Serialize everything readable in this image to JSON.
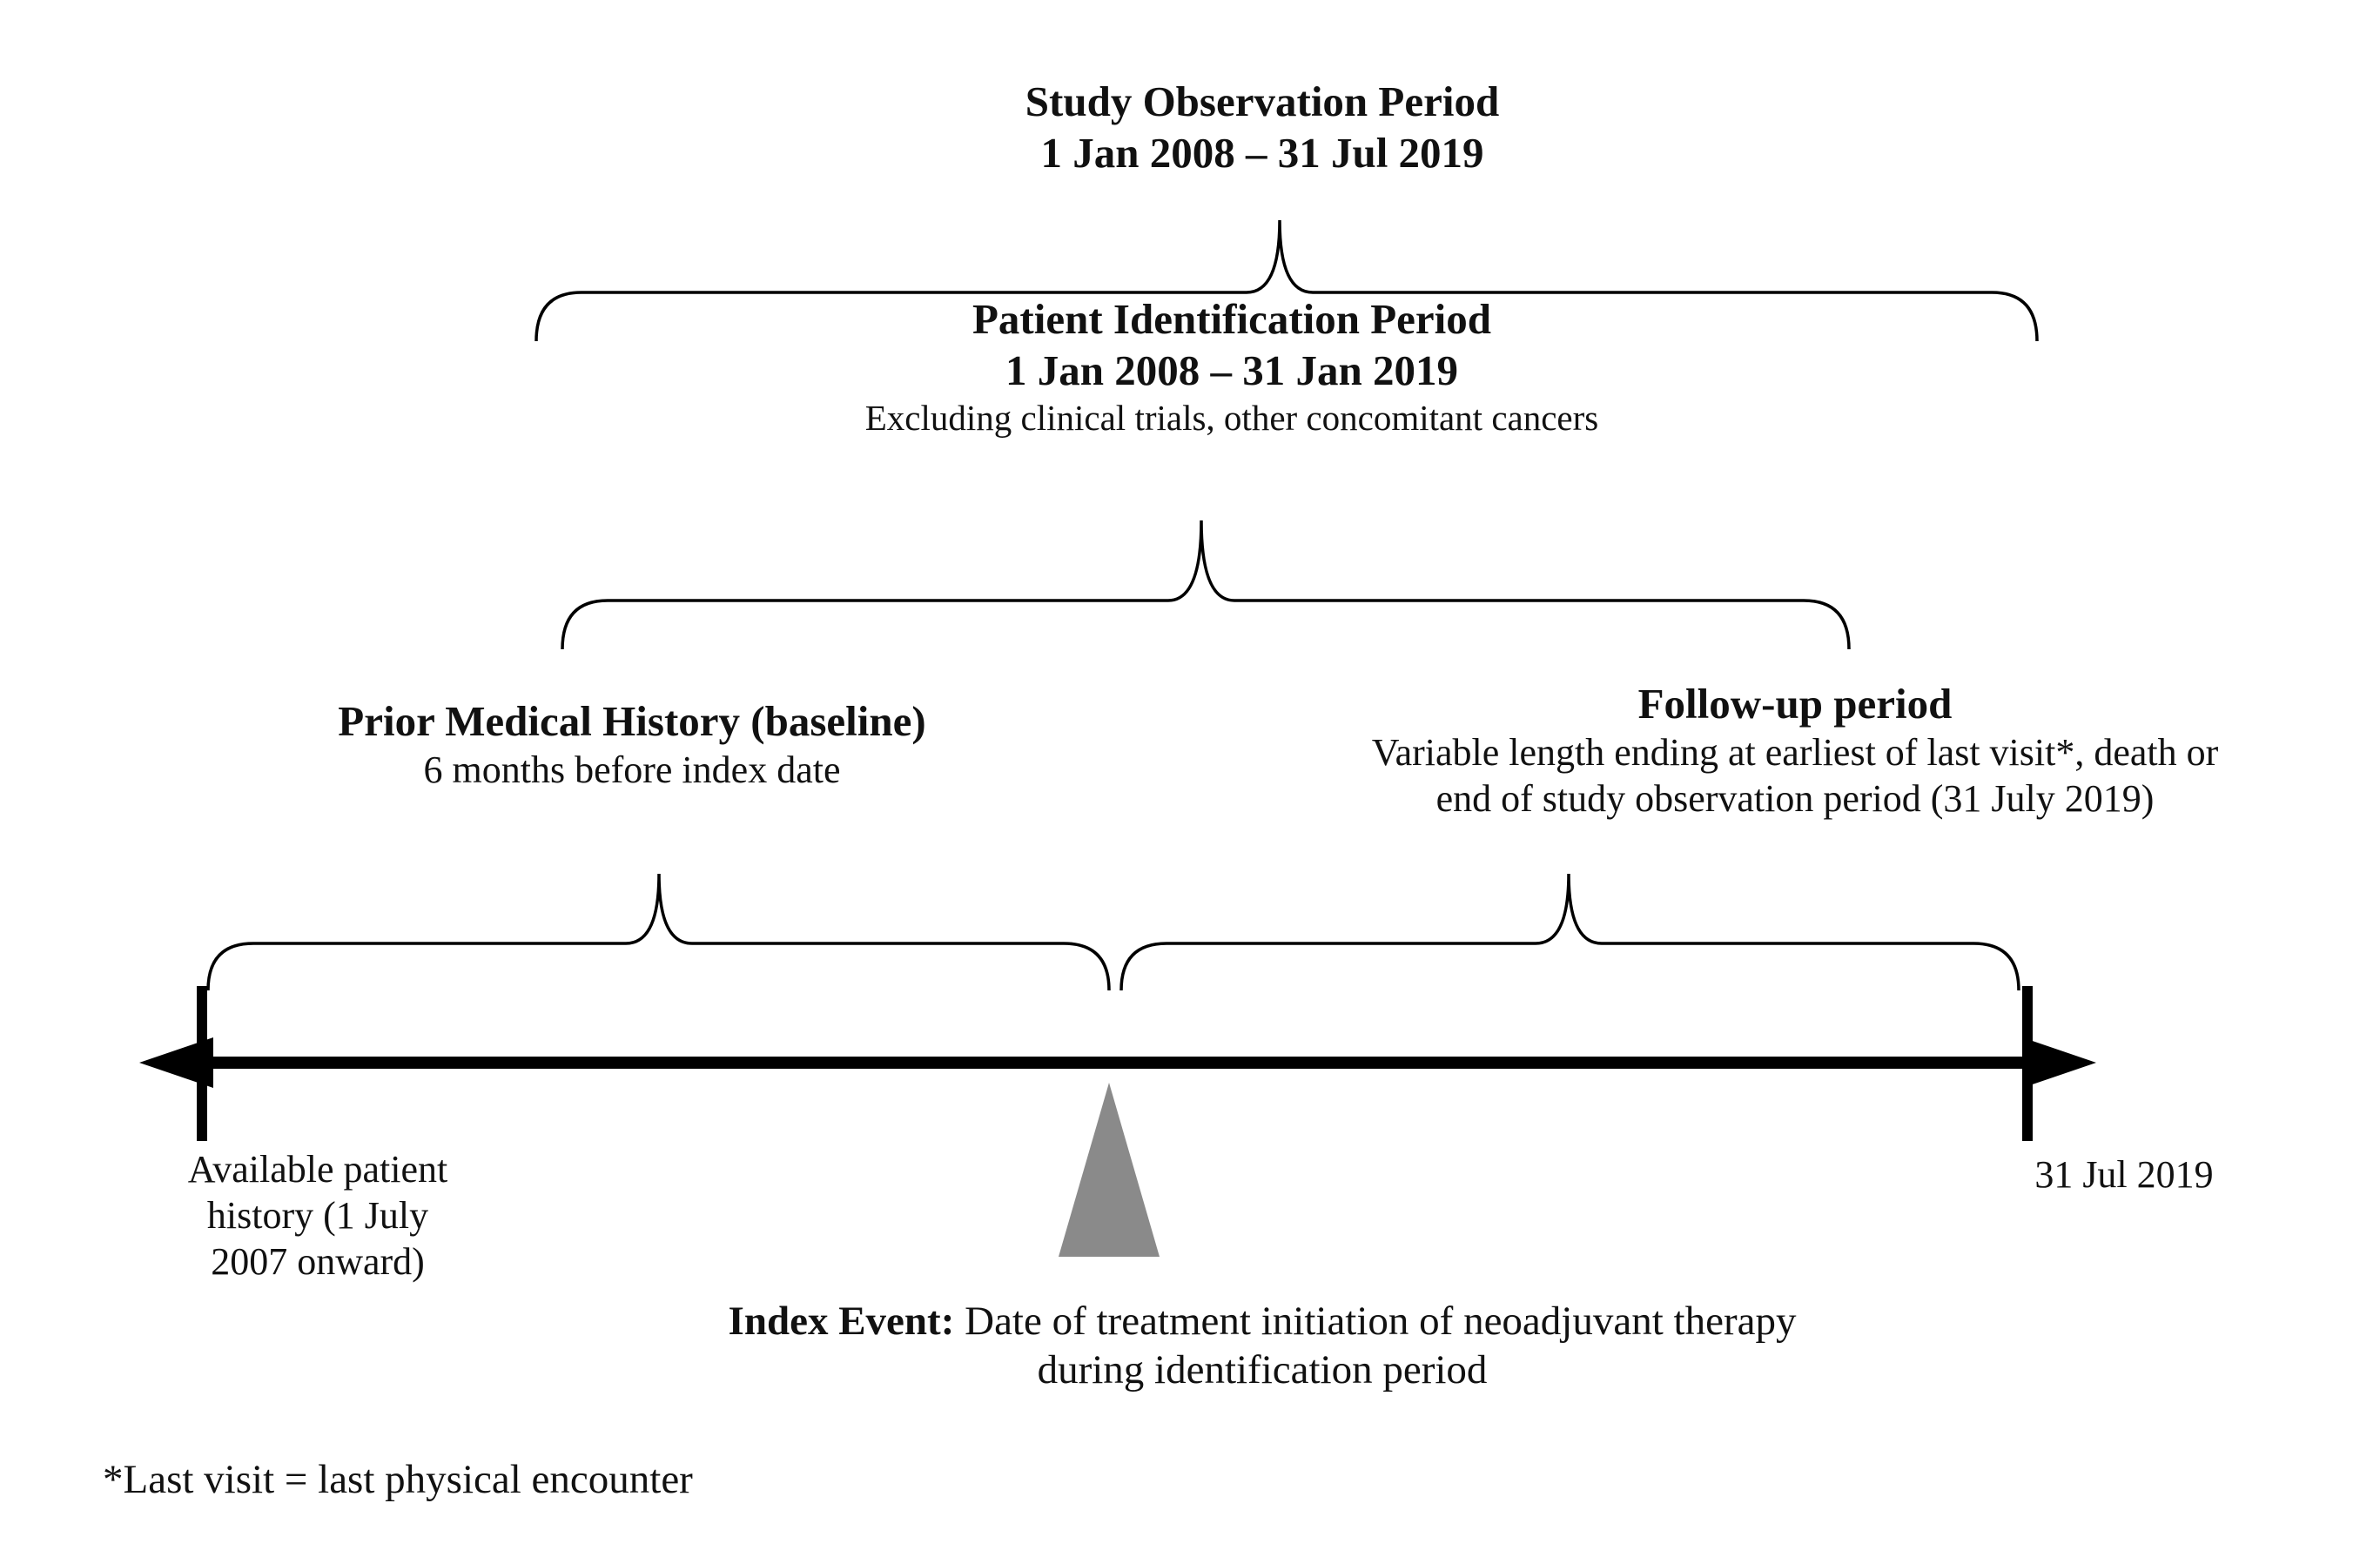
{
  "figure": {
    "study_observation": {
      "title": "Study Observation Period",
      "dates": "1 Jan 2008 – 31 Jul 2019"
    },
    "patient_identification": {
      "title": "Patient Identification Period",
      "dates": "1 Jan 2008 – 31 Jan 2019",
      "exclusion_note": "Excluding clinical trials, other concomitant cancers"
    },
    "prior_medical_history": {
      "title": "Prior Medical History (baseline)",
      "subtitle": "6 months before index date"
    },
    "follow_up": {
      "title": "Follow-up period",
      "description_line1": "Variable length ending at earliest of last visit*, death or",
      "description_line2": "end of study observation period (31 July 2019)"
    },
    "timeline": {
      "start_label_lines": [
        "Available patient",
        "history (1 July",
        "2007 onward)"
      ],
      "end_label": "31 Jul 2019"
    },
    "index_event": {
      "label": "Index Event:",
      "description": " Date of treatment initiation of neoadjuvant therapy",
      "description_line2": "during identification period"
    },
    "footnote": "*Last visit = last physical encounter",
    "colors": {
      "marker_gray": "#8a8a8a",
      "line_black": "#000000"
    }
  }
}
